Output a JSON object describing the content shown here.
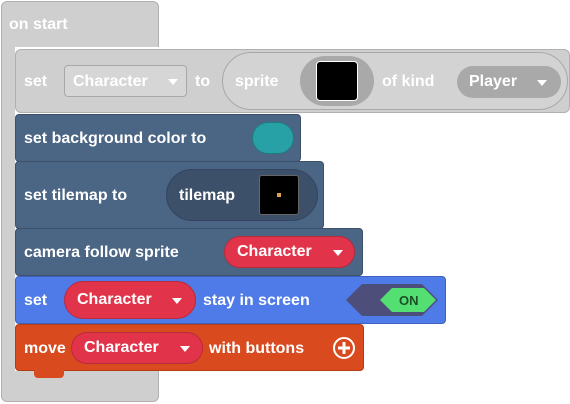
{
  "on_start": {
    "label": "on start"
  },
  "set_block": {
    "set_label": "set",
    "variable": "Character",
    "to_label": "to",
    "sprite_label": "sprite",
    "of_kind_label": "of kind",
    "kind": "Player"
  },
  "bg_block": {
    "label": "set background color to",
    "color": "#27a1a6"
  },
  "tilemap_block": {
    "label": "set tilemap to",
    "inner_label": "tilemap"
  },
  "camera_block": {
    "label": "camera follow sprite",
    "sprite": "Character"
  },
  "stay_block": {
    "set_label": "set",
    "sprite": "Character",
    "label": "stay in screen",
    "toggle": "ON"
  },
  "move_block": {
    "label": "move",
    "sprite": "Character",
    "suffix": "with buttons"
  },
  "colors": {
    "event": "#cfcfcf",
    "sprites": "#4b6584",
    "scene": "#4b6584",
    "sprite_var": "#e1344a",
    "logic_blue": "#4f7be9",
    "controller": "#d94b1e",
    "toggle_green": "#53df71"
  }
}
